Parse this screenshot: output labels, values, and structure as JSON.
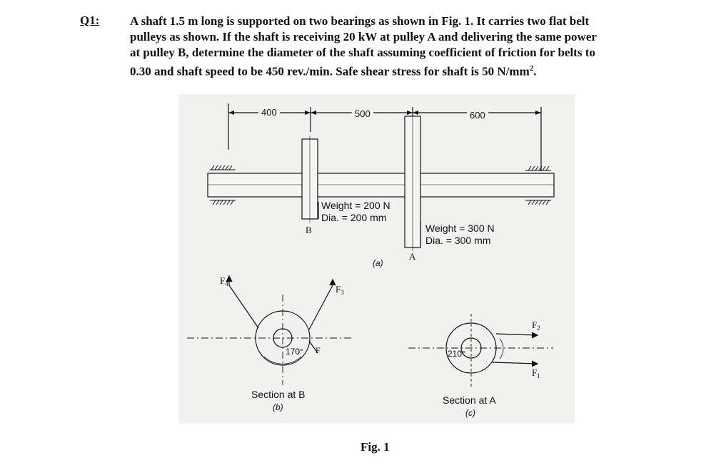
{
  "question": {
    "label": "Q1:",
    "lines": [
      "A shaft 1.5 m long is supported on two bearings as shown in Fig. 1. It carries two flat belt",
      "pulleys as shown. If the shaft is receiving 20 kW at pulley A and delivering the same power",
      "at pulley B, determine the diameter of the shaft assuming coefficient of friction for belts to",
      "0.30 and shaft speed to be 450 rev./min. Safe shear stress for shaft is 50 N/mm"
    ],
    "superscript": "2",
    "end": "."
  },
  "figure": {
    "dim_400": "400",
    "dim_500": "500",
    "dim_600": "600",
    "pulley_b_weight": "Weight = 200 N",
    "pulley_b_dia": "Dia. = 200 mm",
    "label_b": "B",
    "pulley_a_weight": "Weight = 300 N",
    "pulley_a_dia": "Dia. = 300 mm",
    "label_a": "A",
    "label_a_part": "(a)",
    "f4": "F",
    "f4_sub": "4",
    "f3": "F",
    "f3_sub": "3",
    "f_small": "F",
    "angle_170": "170°",
    "section_b": "Section at B",
    "section_b_part": "(b)",
    "f2": "F",
    "f2_sub": "2",
    "f1": "F",
    "f1_sub": "1",
    "angle_210": "210°",
    "section_a": "Section at A",
    "section_a_part": "(c)"
  },
  "caption": "Fig. 1"
}
